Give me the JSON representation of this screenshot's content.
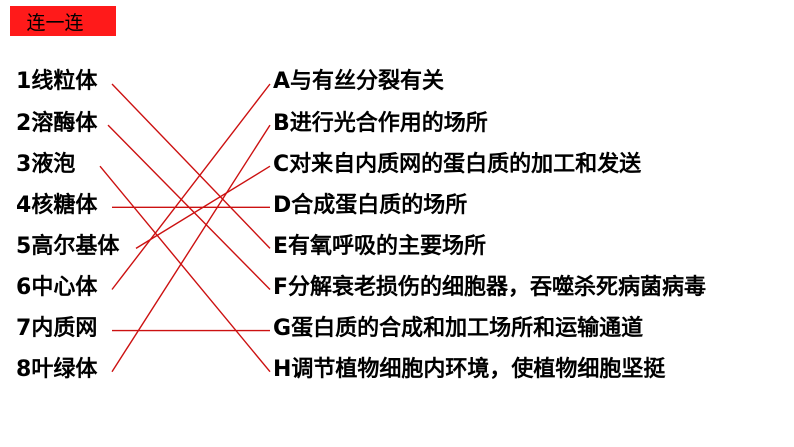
{
  "title": "连一连",
  "colors": {
    "badge": "#ff1a1a",
    "line": "#cc1111",
    "text": "#000000"
  },
  "organelles": [
    {
      "num": "1",
      "name": "线粒体"
    },
    {
      "num": "2",
      "name": "溶酶体"
    },
    {
      "num": "3",
      "name": "液泡"
    },
    {
      "num": "4",
      "name": "核糖体"
    },
    {
      "num": "5",
      "name": "高尔基体"
    },
    {
      "num": "6",
      "name": "中心体"
    },
    {
      "num": "7",
      "name": "内质网"
    },
    {
      "num": "8",
      "name": "叶绿体"
    }
  ],
  "functions": [
    {
      "letter": "A",
      "text": "与有丝分裂有关"
    },
    {
      "letter": "B",
      "text": "进行光合作用的场所"
    },
    {
      "letter": "C",
      "text": "对来自内质网的蛋白质的加工和发送"
    },
    {
      "letter": "D",
      "text": "合成蛋白质的场所"
    },
    {
      "letter": "E",
      "text": "有氧呼吸的主要场所"
    },
    {
      "letter": "F",
      "text": "分解衰老损伤的细胞器，吞噬杀死病菌病毒"
    },
    {
      "letter": "G",
      "text": "蛋白质的合成和加工场所和运输通道"
    },
    {
      "letter": "H",
      "text": "调节植物细胞内环境，使植物细胞坚挺"
    }
  ],
  "matches": [
    {
      "organelle": 1,
      "function": "E"
    },
    {
      "organelle": 2,
      "function": "F"
    },
    {
      "organelle": 3,
      "function": "H"
    },
    {
      "organelle": 4,
      "function": "D"
    },
    {
      "organelle": 5,
      "function": "C"
    },
    {
      "organelle": 6,
      "function": "A"
    },
    {
      "organelle": 7,
      "function": "G"
    },
    {
      "organelle": 8,
      "function": "B"
    }
  ]
}
